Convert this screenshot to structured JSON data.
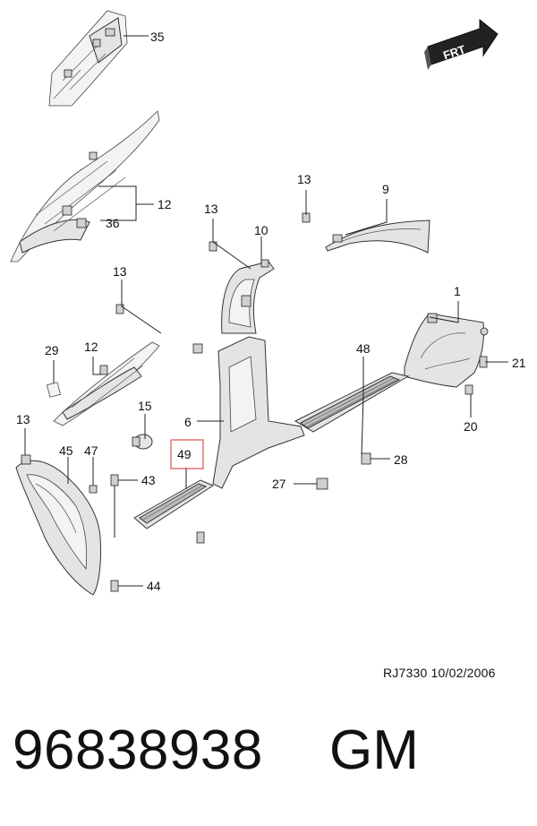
{
  "diagram": {
    "direction_badge": "FRT",
    "callouts": [
      {
        "id": "c35",
        "label": "35"
      },
      {
        "id": "c12a",
        "label": "12"
      },
      {
        "id": "c36",
        "label": "36"
      },
      {
        "id": "c13a",
        "label": "13"
      },
      {
        "id": "c10",
        "label": "10"
      },
      {
        "id": "c13b",
        "label": "13"
      },
      {
        "id": "c9",
        "label": "9"
      },
      {
        "id": "c13c",
        "label": "13"
      },
      {
        "id": "c1",
        "label": "1"
      },
      {
        "id": "c29",
        "label": "29"
      },
      {
        "id": "c12b",
        "label": "12"
      },
      {
        "id": "c48",
        "label": "48"
      },
      {
        "id": "c21",
        "label": "21"
      },
      {
        "id": "c15",
        "label": "15"
      },
      {
        "id": "c13d",
        "label": "13"
      },
      {
        "id": "c6",
        "label": "6"
      },
      {
        "id": "c20",
        "label": "20"
      },
      {
        "id": "c45",
        "label": "45"
      },
      {
        "id": "c47",
        "label": "47"
      },
      {
        "id": "c49",
        "label": "49"
      },
      {
        "id": "c28",
        "label": "28"
      },
      {
        "id": "c43",
        "label": "43"
      },
      {
        "id": "c27",
        "label": "27"
      },
      {
        "id": "c44",
        "label": "44"
      }
    ],
    "highlighted_callout": "49",
    "highlight_color": "#e05050"
  },
  "footer": {
    "drawing_ref": "RJ7330  10/02/2006",
    "part_number": "96838938",
    "brand": "GM"
  }
}
